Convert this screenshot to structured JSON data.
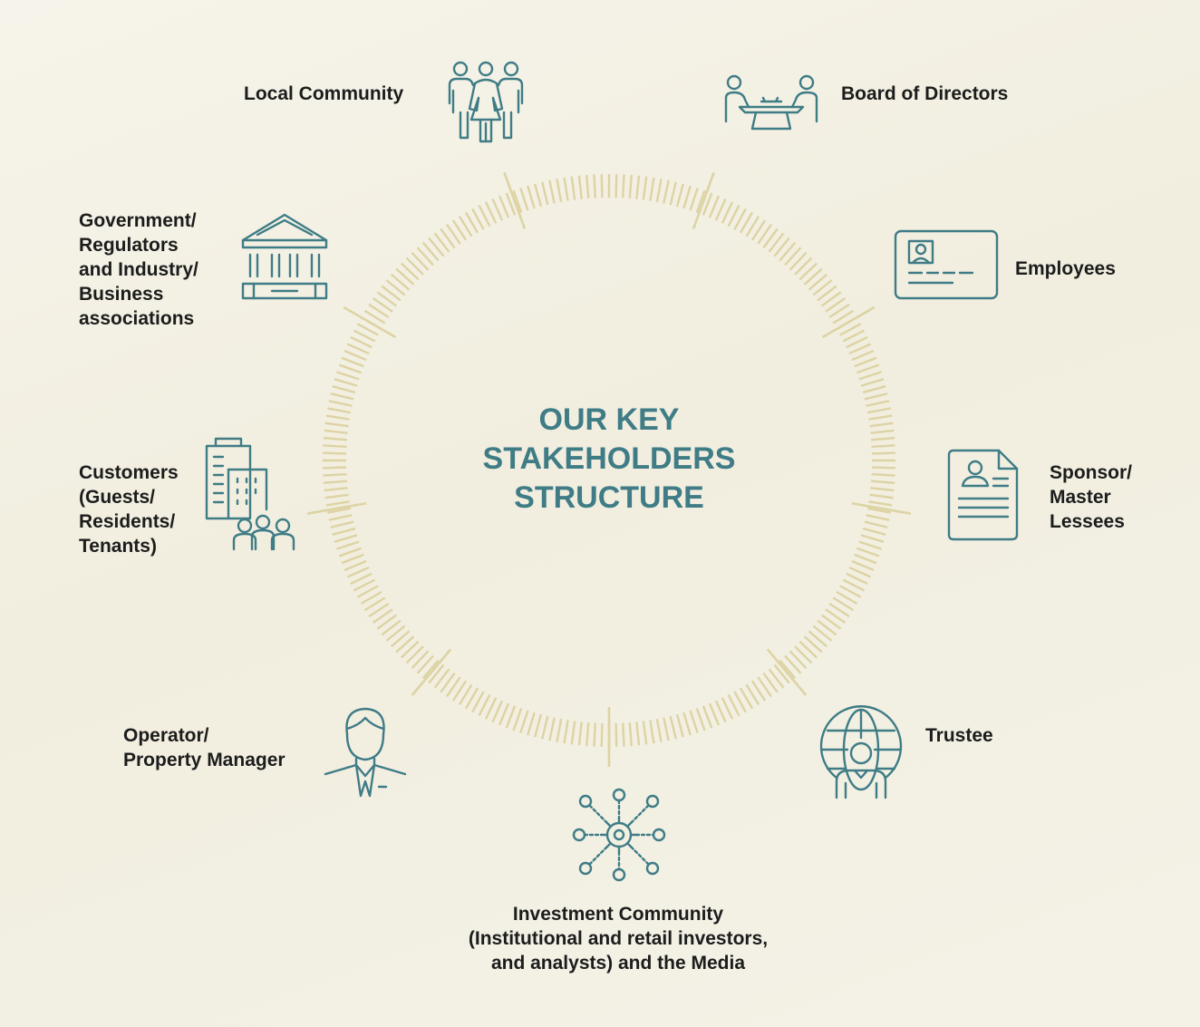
{
  "colors": {
    "background": "#f3f0e3",
    "ring": "#ddd3a4",
    "teal": "#3f7c86",
    "text": "#1c1c1c"
  },
  "center_title": "OUR KEY\nSTAKEHOLDERS\nSTRUCTURE",
  "stakeholders": [
    {
      "label": "Local Community",
      "icon": "people-group-icon"
    },
    {
      "label": "Board of Directors",
      "icon": "meeting-table-icon"
    },
    {
      "label": "Employees",
      "icon": "id-card-icon"
    },
    {
      "label": "Sponsor/\nMaster\nLessees",
      "icon": "contract-document-icon"
    },
    {
      "label": "Trustee",
      "icon": "globe-person-icon"
    },
    {
      "label": "Investment Community\n(Institutional and retail investors,\nand analysts) and the Media",
      "icon": "network-gear-icon"
    },
    {
      "label": "Operator/\nProperty Manager",
      "icon": "businessman-icon"
    },
    {
      "label": "Customers\n(Guests/\nResidents/\nTenants)",
      "icon": "buildings-people-icon"
    },
    {
      "label": "Government/\nRegulators\nand Industry/\nBusiness\nassociations",
      "icon": "government-building-icon"
    }
  ]
}
